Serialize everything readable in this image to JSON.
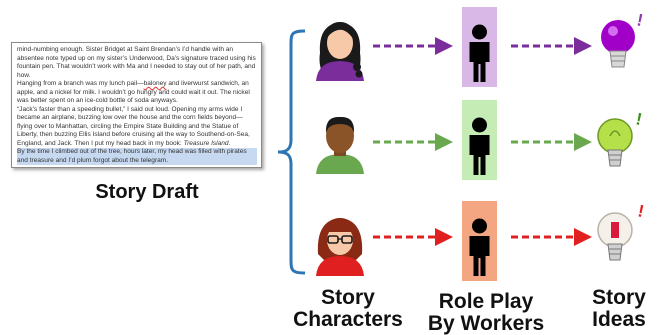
{
  "draft": {
    "paragraphs": [
      "mind-numbing enough. Sister Bridget at Saint Brendan’s I’d handle with an absentee note typed up on my sister’s Underwood, Da’s signature traced using his fountain pen. That wouldn’t work with Ma and I needed to stay out of her path, and how.",
      {
        "before": "Hanging from a branch was my lunch pail—",
        "typo": "baloney",
        "after": " and liverwurst sandwich, an apple, and a nickel for milk. I wouldn’t go hungry and could wait it out. The nickel was better spent on an ice-cold bottle of soda anyways."
      },
      {
        "before": "“Jack’s faster than a speeding bullet,” I said out loud. Opening my arms wide I became an airplane, buzzing low over the house and the corn fields beyond—flying over to Manhattan, circling the Empire State Building and the Statue of Liberty, then buzzing Ellis Island before cruising all the way to Southend-on-Sea, England, and Jack. Then I put my head back in my book: ",
        "italic": "Treasure Island",
        "after": "."
      },
      "By the time I climbed out of the tree, hours later, my head was filled with pirates and treasure and I’d plum forgot about the telegram."
    ],
    "title": "Story Draft"
  },
  "columns": {
    "characters": "Story Characters",
    "workers": "Role Play By Workers",
    "ideas": "Story Ideas"
  },
  "rows": [
    {
      "color": "#7b2d9b",
      "worker_bg": "#d9b8e8",
      "bulb": "purple",
      "exclaim": "#8e3aa8"
    },
    {
      "color": "#6aa84f",
      "worker_bg": "#c5ecb4",
      "bulb": "green",
      "exclaim": "#3f8e1f"
    },
    {
      "color": "#e02020",
      "worker_bg": "#f4a582",
      "bulb": "red",
      "exclaim": "#e02020"
    }
  ]
}
